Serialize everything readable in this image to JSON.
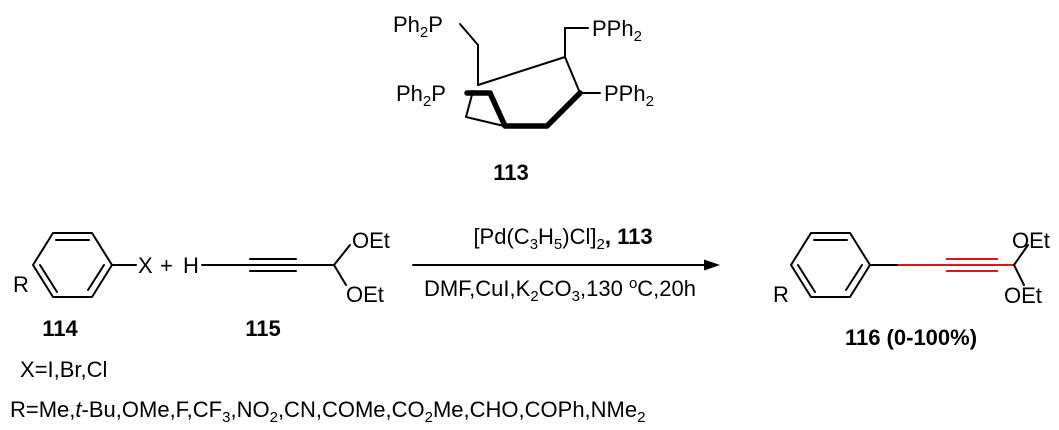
{
  "ligand": {
    "label": "113",
    "ph2p_top_left": "Ph",
    "ph2p_top_left_sub": "2",
    "ph2p_top_left_p": "P",
    "pph2_top_right_p": "PPh",
    "pph2_top_right_sub": "2",
    "ph2p_mid_left": "Ph",
    "ph2p_mid_left_sub": "2",
    "ph2p_mid_left_p": "P",
    "pph2_mid_right_p": "PPh",
    "pph2_mid_right_sub": "2"
  },
  "reactant1": {
    "label": "114",
    "x_group": "X",
    "r_group": "R"
  },
  "plus": "+",
  "reactant2": {
    "label": "115",
    "h_atom": "H",
    "oet_top": "OEt",
    "oet_bottom": "OEt"
  },
  "conditions": {
    "above": {
      "a": "[Pd(C",
      "a_sub": "3",
      "b": "H",
      "b_sub": "5",
      "c": ")Cl]",
      "c_sub": "2",
      "d": ", ",
      "ligand": "113"
    },
    "below": {
      "a": "DMF,CuI,K",
      "a_sub": "2",
      "b": "CO",
      "b_sub": "3",
      "c": ",130 ",
      "c_sup": "o",
      "d": "C,20h"
    }
  },
  "product": {
    "label": "116 (0-100%)",
    "r_group": "R",
    "oet_top": "OEt",
    "oet_bottom": "OEt"
  },
  "notes": {
    "x_line": "X=I,Br,Cl",
    "r_line": {
      "a": "R=Me,",
      "a_italic": "t",
      "b": "-Bu,OMe,F,CF",
      "b_sub": "3",
      "c": ",NO",
      "c_sub": "2",
      "d": ",CN,COMe,CO",
      "d_sub": "2",
      "e": "Me,CHO,COPh,NMe",
      "e_sub": "2"
    }
  },
  "colors": {
    "alkyne_highlight": "#e0141c"
  }
}
